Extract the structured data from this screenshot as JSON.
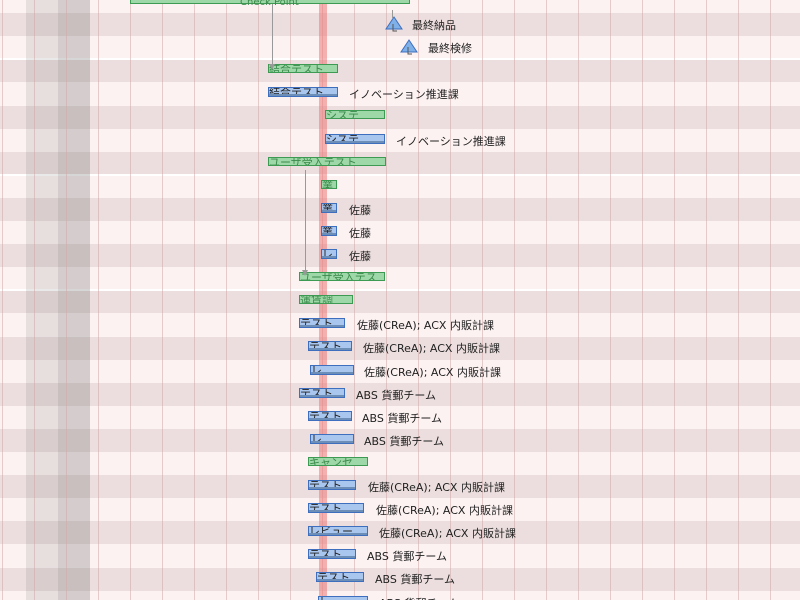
{
  "checkpoint": {
    "label": "Check Point"
  },
  "rows": [
    {
      "type": "milestone",
      "name": "",
      "label": "最終納品"
    },
    {
      "type": "milestone",
      "name": "",
      "label": "最終検修"
    },
    {
      "type": "summary",
      "name": "結合テスト",
      "label": ""
    },
    {
      "type": "task",
      "name": "結合テスト",
      "label": "イノベーション推進課"
    },
    {
      "type": "summary",
      "name": "システ",
      "label": ""
    },
    {
      "type": "task",
      "name": "システ",
      "label": "イノベーション推進課"
    },
    {
      "type": "summary",
      "name": "ユーザ受入テスト",
      "label": ""
    },
    {
      "type": "summary",
      "name": "業",
      "label": ""
    },
    {
      "type": "task",
      "name": "業",
      "label": "佐藤"
    },
    {
      "type": "task",
      "name": "業",
      "label": "佐藤"
    },
    {
      "type": "task",
      "name": "レ",
      "label": "佐藤"
    },
    {
      "type": "summary",
      "name": "ユーザ受入テス",
      "label": ""
    },
    {
      "type": "summary",
      "name": "運賃調",
      "label": ""
    },
    {
      "type": "task",
      "name": "テスト",
      "label": "佐藤(CReA); ACX 内販計課"
    },
    {
      "type": "task",
      "name": "テスト",
      "label": "佐藤(CReA); ACX 内販計課"
    },
    {
      "type": "task",
      "name": "レ",
      "label": "佐藤(CReA); ACX 内販計課"
    },
    {
      "type": "task",
      "name": "テスト",
      "label": "ABS 貨郵チーム"
    },
    {
      "type": "task",
      "name": "テスト",
      "label": "ABS 貨郵チーム"
    },
    {
      "type": "task",
      "name": "レ",
      "label": "ABS 貨郵チーム"
    },
    {
      "type": "summary",
      "name": "キャンセ",
      "label": ""
    },
    {
      "type": "task",
      "name": "テスト",
      "label": "佐藤(CReA); ACX 内販計課"
    },
    {
      "type": "task",
      "name": "テスト",
      "label": "佐藤(CReA); ACX 内販計課"
    },
    {
      "type": "task",
      "name": "レビュー",
      "label": "佐藤(CReA); ACX 内販計課"
    },
    {
      "type": "task",
      "name": "テスト",
      "label": "ABS 貨郵チーム"
    },
    {
      "type": "task",
      "name": "テスト",
      "label": "ABS 貨郵チーム"
    },
    {
      "type": "task",
      "name": "レ",
      "label": "ABS 貨郵チーム"
    }
  ],
  "colors": {
    "summary": "#9fd8a8",
    "task": "#a9c6ef",
    "today": "#ec7878",
    "milestone": "#7fb0e8"
  }
}
